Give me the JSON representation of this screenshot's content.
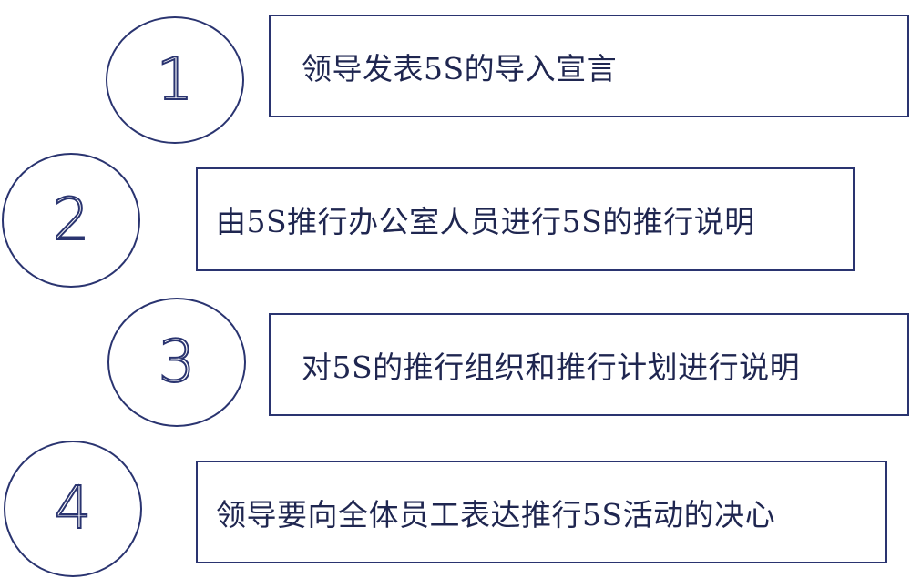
{
  "colors": {
    "stroke": "#2a3470",
    "text": "#1f2650",
    "background": "#ffffff"
  },
  "steps": [
    {
      "number": "1",
      "text": "领导发表5S的导入宣言"
    },
    {
      "number": "2",
      "text": "由5S推行办公室人员进行5S的推行说明"
    },
    {
      "number": "3",
      "text": "对5S的推行组织和推行计划进行说明"
    },
    {
      "number": "4",
      "text": "领导要向全体员工表达推行5S活动的决心"
    }
  ]
}
